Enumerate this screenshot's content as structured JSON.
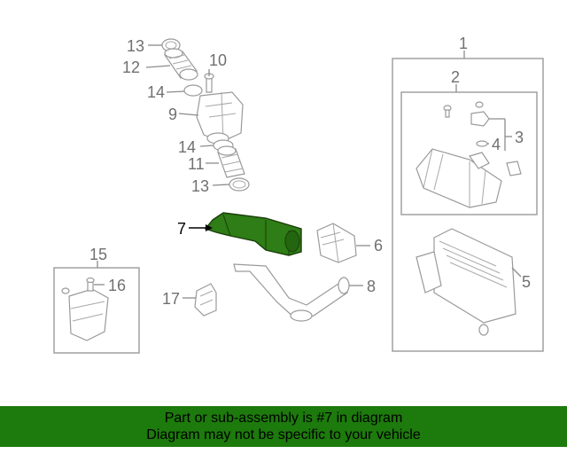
{
  "callouts": {
    "c1": "1",
    "c2": "2",
    "c3": "3",
    "c4": "4",
    "c5": "5",
    "c6": "6",
    "c7": "7",
    "c8": "8",
    "c9": "9",
    "c10": "10",
    "c11": "11",
    "c12": "12",
    "c13a": "13",
    "c13b": "13",
    "c14a": "14",
    "c14b": "14",
    "c15": "15",
    "c16": "16",
    "c17": "17"
  },
  "highlight": {
    "part_number": "7",
    "color": "#2e7d16"
  },
  "banner": {
    "line1": "Part or sub-assembly is #7 in diagram",
    "line2": "Diagram may not be specific to your vehicle",
    "background": "#1d7a0c"
  }
}
